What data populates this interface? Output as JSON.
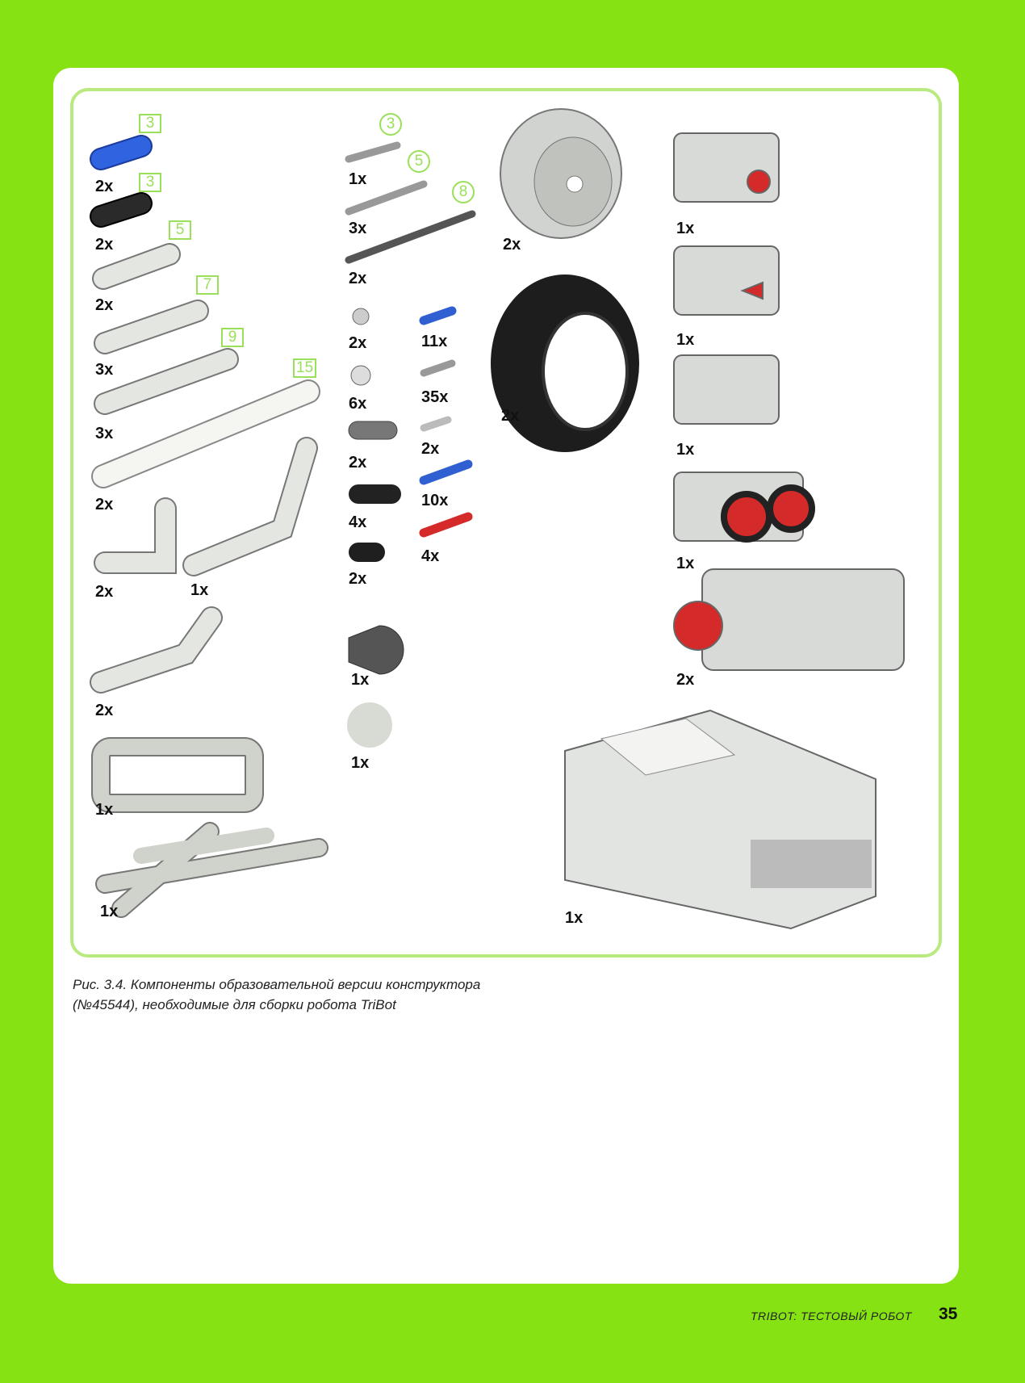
{
  "figure": {
    "lengths": [
      "3",
      "3",
      "5",
      "7",
      "9",
      "15"
    ],
    "axle_lengths": [
      "3",
      "5",
      "8"
    ],
    "counts_left": [
      "2x",
      "2x",
      "2x",
      "3x",
      "3x",
      "2x",
      "2x",
      "1x",
      "2x",
      "1x",
      "1x"
    ],
    "counts_axles": [
      "1x",
      "3x",
      "2x"
    ],
    "counts_small": [
      "2x",
      "11x",
      "6x",
      "35x",
      "2x",
      "2x",
      "4x",
      "10x",
      "2x",
      "4x"
    ],
    "counts_misc": [
      "1x",
      "1x"
    ],
    "counts_wheels": [
      "2x",
      "2x"
    ],
    "counts_electronics": [
      "1x",
      "1x",
      "1x",
      "1x",
      "2x",
      "1x"
    ]
  },
  "caption": {
    "line1": "Рис. 3.4. Компоненты образовательной версии конструктора",
    "line2": "(№45544), необходимые для сборки робота TriBot"
  },
  "footer": {
    "title": "TRIBOT: ТЕСТОВЫЙ РОБОТ",
    "page": "35"
  },
  "colors": {
    "background": "#86e212",
    "frame": "#b9ea80"
  }
}
